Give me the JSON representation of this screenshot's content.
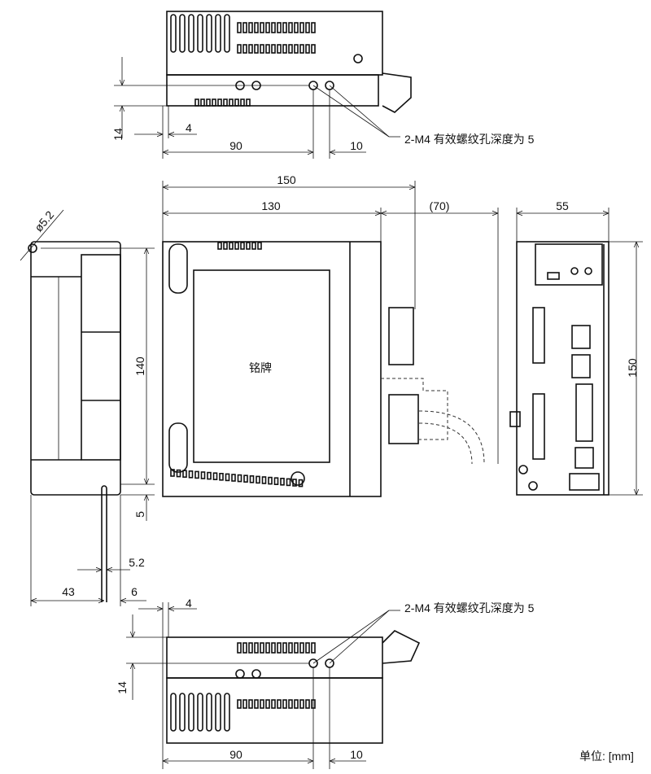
{
  "drawing": {
    "top_view": {
      "dim_height": "14",
      "dim_offset": "4",
      "dim_hole_x": "90",
      "dim_hole_pitch": "10",
      "hole_note": "2-M4 有效螺纹孔深度为 5"
    },
    "main_view": {
      "dim_total_depth": "150",
      "dim_body_depth": "130",
      "dim_cable_clearance": "(70)",
      "nameplate_label": "铭牌"
    },
    "side_view": {
      "dim_hole_diameter": "ø5.2",
      "dim_hole_pitch_vertical": "140",
      "dim_bottom_offset": "5",
      "dim_slot_width": "5.2",
      "dim_hole_from_left": "43",
      "dim_hole_from_right": "6"
    },
    "front_view": {
      "dim_width": "55",
      "dim_height": "150"
    },
    "bottom_view": {
      "dim_offset": "4",
      "dim_height": "14",
      "dim_hole_x": "90",
      "dim_hole_pitch": "10",
      "hole_note": "2-M4 有效螺纹孔深度为 5"
    },
    "unit_label": "单位: [mm]"
  }
}
